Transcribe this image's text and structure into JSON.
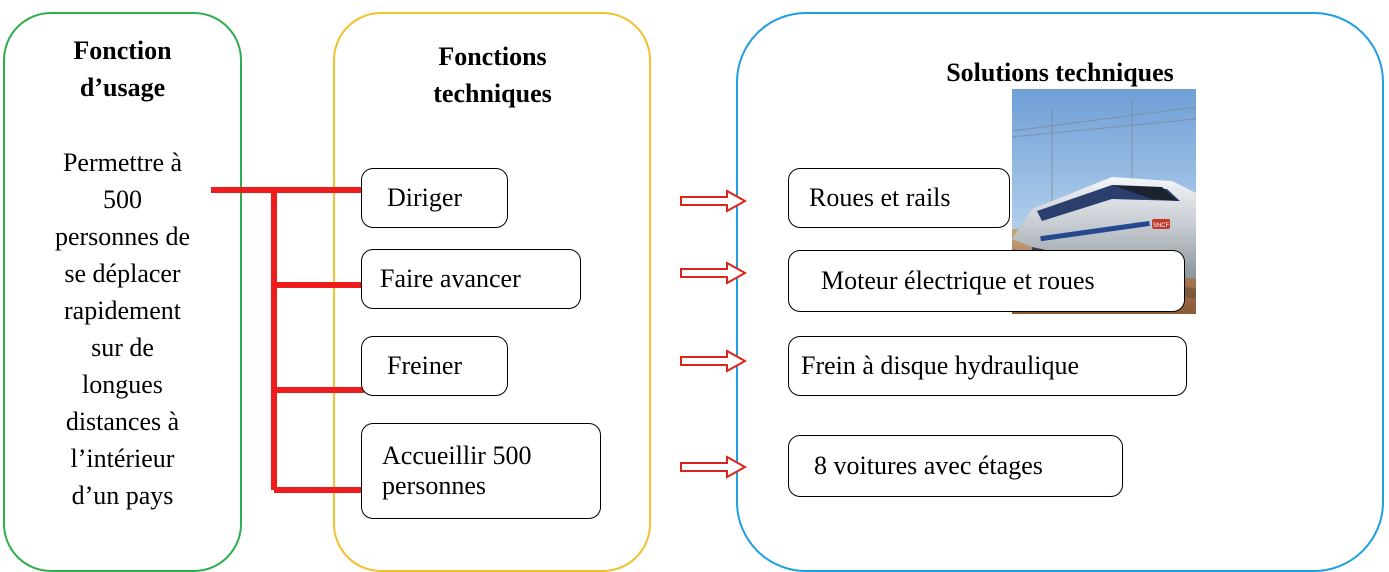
{
  "usage": {
    "title_line1": "Fonction",
    "title_line2": "d’usage",
    "text_lines": [
      "Permettre à",
      "500",
      "personnes de",
      "se déplacer",
      "rapidement",
      "sur de",
      "longues",
      "distances à",
      "l’intérieur",
      "d’un pays"
    ]
  },
  "technical_functions": {
    "title_line1": "Fonctions",
    "title_line2": "techniques",
    "items": [
      "Diriger",
      "Faire avancer",
      "Freiner",
      "Accueillir 500",
      "personnes"
    ]
  },
  "solutions": {
    "title": "Solutions techniques",
    "items": [
      "Roues et rails",
      "Moteur électrique et roues",
      "Frein à disque hydraulique",
      "8 voitures avec étages"
    ]
  },
  "photo": {
    "subject": "high-speed-train",
    "badge": "SNCF"
  },
  "colors": {
    "usage_border": "#2eaf4f",
    "technical_border": "#f2c12e",
    "solutions_border": "#1f9ee0",
    "connector": "#ee1c1c",
    "arrow": "#d9251d"
  }
}
